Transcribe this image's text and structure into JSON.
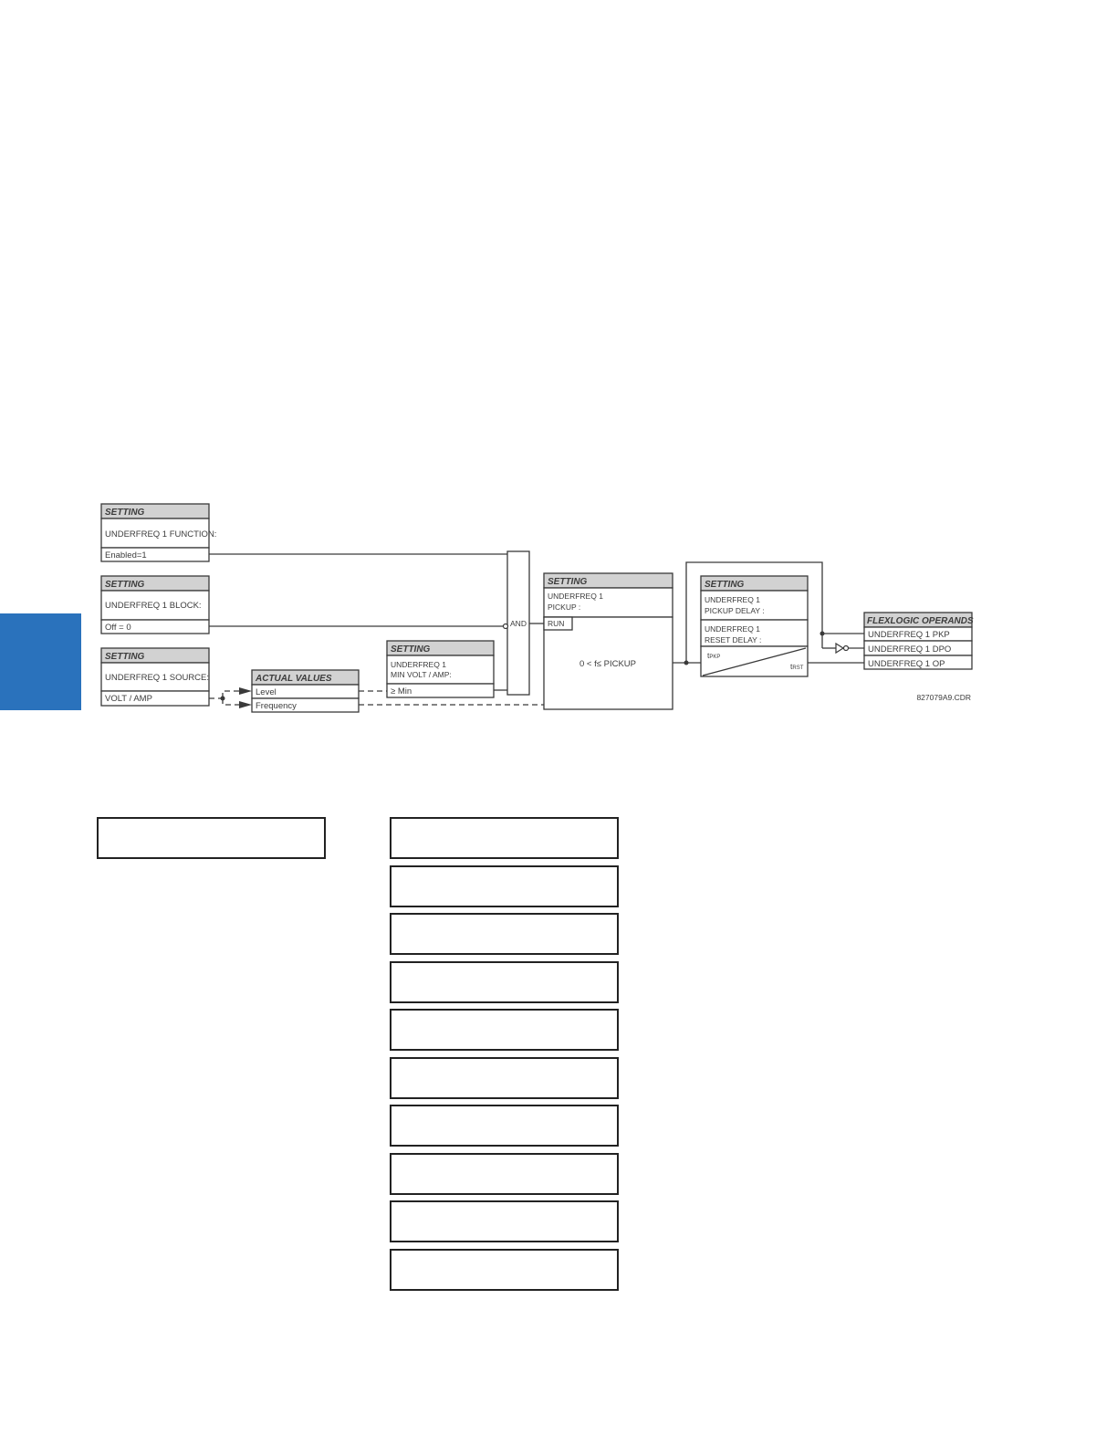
{
  "side_tab_color": "#2a72bc",
  "diagram": {
    "setting_header": "SETTING",
    "function": {
      "name": "UNDERFREQ  1 FUNCTION:",
      "value": "Enabled=1"
    },
    "block": {
      "name": "UNDERFREQ  1 BLOCK:",
      "value": "Off = 0"
    },
    "source": {
      "name": "UNDERFREQ  1 SOURCE:",
      "value": "VOLT / AMP"
    },
    "actual_values": {
      "header": "ACTUAL VALUES",
      "level": "Level",
      "frequency": "Frequency"
    },
    "min_volt": {
      "line1": "UNDERFREQ 1",
      "line2": "MIN VOLT / AMP:",
      "value": "≥ Min"
    },
    "and_gate": "AND",
    "pickup": {
      "line1": "UNDERFREQ 1",
      "line2": "PICKUP :",
      "run": "RUN",
      "condition": "0 < f≤  PICKUP"
    },
    "delay": {
      "pickup_line1": "UNDERFREQ 1",
      "pickup_line2": "PICKUP DELAY :",
      "reset_line1": "UNDERFREQ 1",
      "reset_line2": "RESET DELAY :",
      "tpkp": "t",
      "tpkp_sub": "PKP",
      "trst": "t",
      "trst_sub": "RST"
    },
    "operands": {
      "header": "FLEXLOGIC OPERANDS",
      "items": [
        "UNDERFREQ  1 PKP",
        "UNDERFREQ  1 DPO",
        "UNDERFREQ  1 OP"
      ]
    },
    "figure_id": "827079A9.CDR"
  }
}
